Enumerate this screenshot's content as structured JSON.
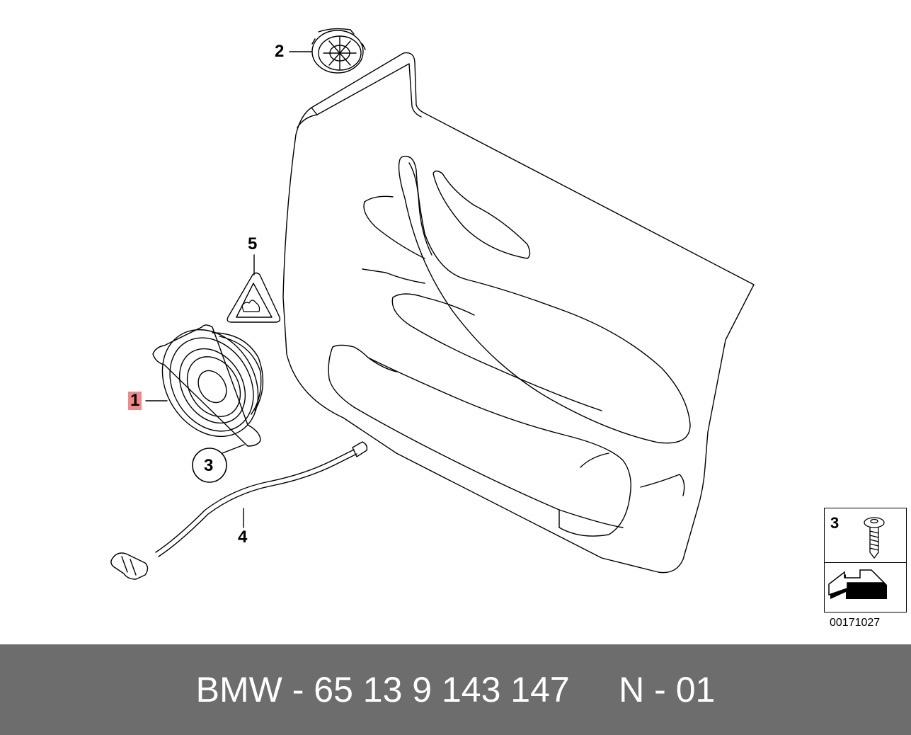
{
  "callouts": [
    {
      "id": "1",
      "label": "1",
      "highlighted": true
    },
    {
      "id": "2",
      "label": "2",
      "highlighted": false
    },
    {
      "id": "3",
      "label": "3",
      "highlighted": false
    },
    {
      "id": "4",
      "label": "4",
      "highlighted": false
    },
    {
      "id": "5",
      "label": "5",
      "highlighted": false
    }
  ],
  "legend": {
    "part_number": "3",
    "icon": "screw-icon",
    "arrow_icon": "arrow-icon"
  },
  "document_id": "00171027",
  "footer": {
    "text": "BMW - 65 13 9 143 147     N - 01"
  },
  "colors": {
    "highlight": "#f08a8a",
    "footer_bg": "#6d6d6d",
    "footer_text": "#ffffff"
  }
}
